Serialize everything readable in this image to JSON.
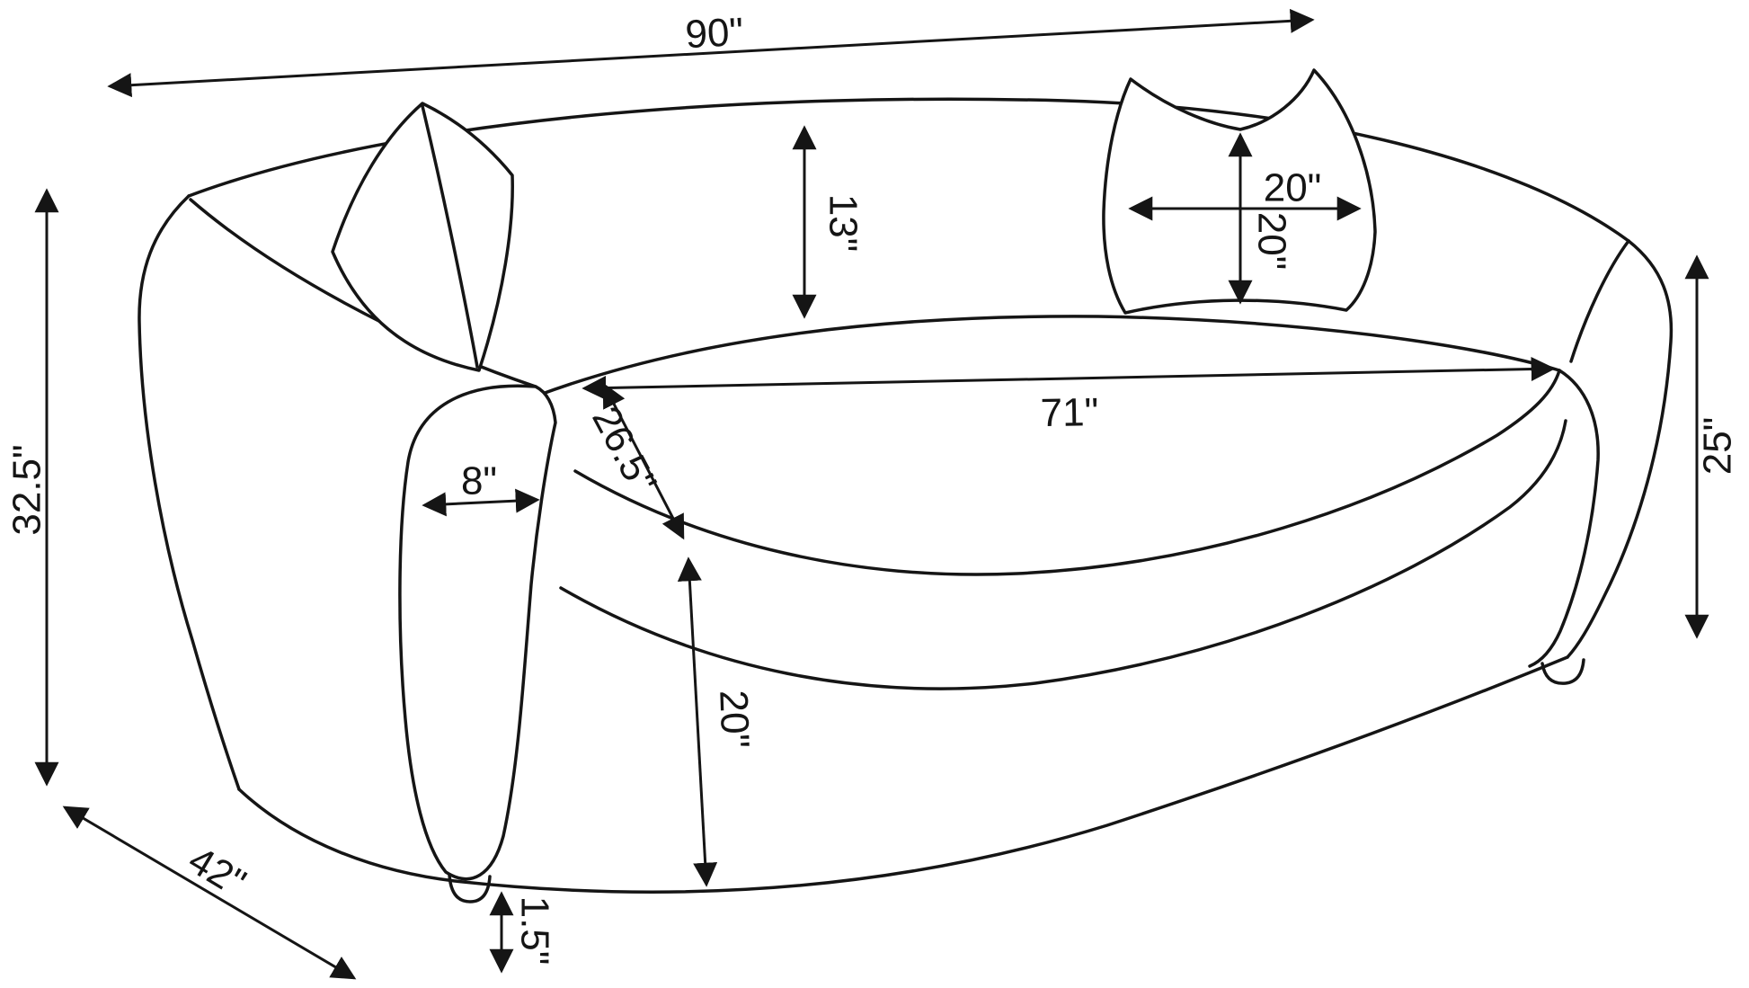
{
  "diagram": {
    "line_color": "#151515",
    "background": "#ffffff",
    "dimensions": {
      "overall_width": "90\"",
      "overall_height": "32.5\"",
      "overall_depth": "42\"",
      "back_cushion_height": "13\"",
      "pillow_width": "20\"",
      "pillow_height": "20\"",
      "seat_width": "71\"",
      "seat_depth": "26.5\"",
      "arm_width": "8\"",
      "arm_height": "25\"",
      "seat_front_height": "20\"",
      "leg_height": "1.5\""
    }
  }
}
